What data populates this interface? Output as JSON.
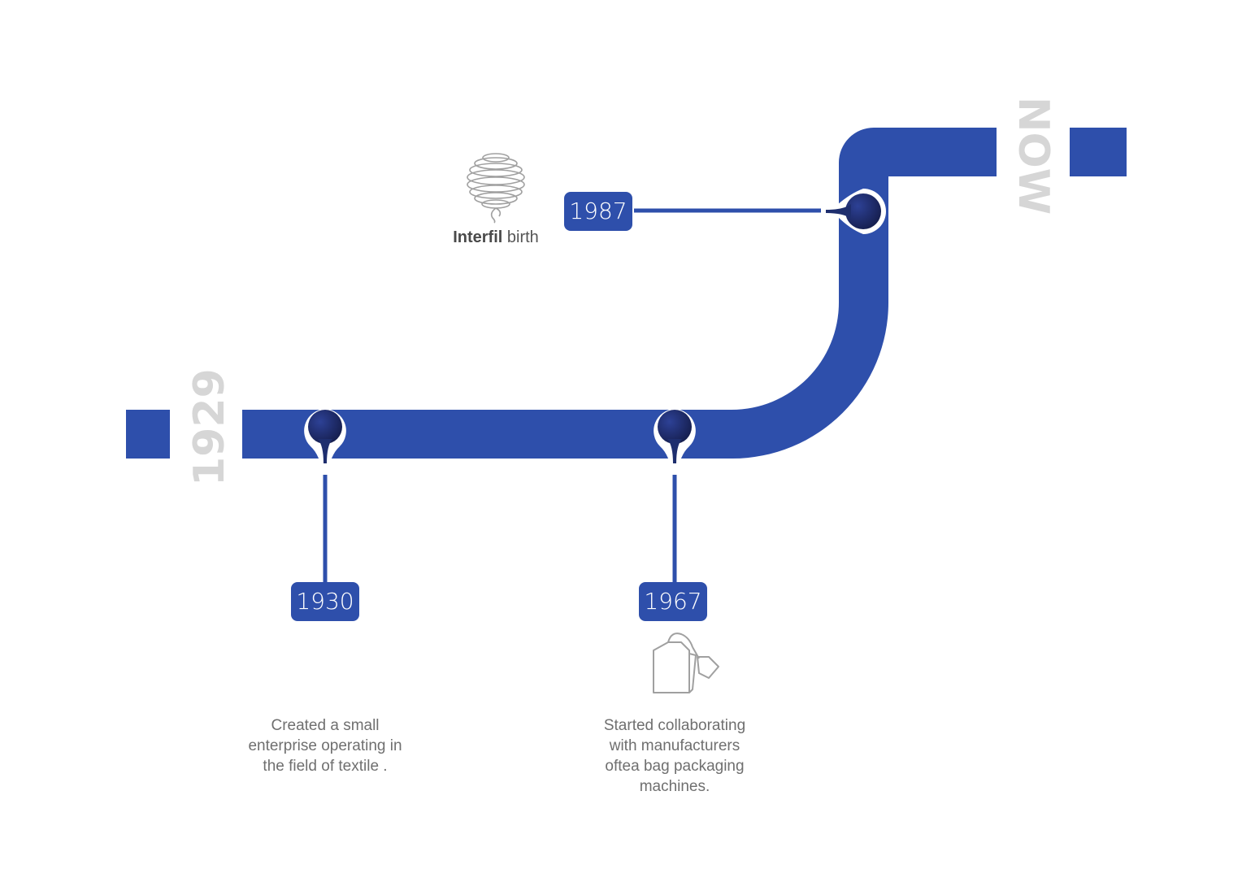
{
  "timeline": {
    "start_label": "1929",
    "end_label": "NOW",
    "colors": {
      "track": "#2e4fab",
      "node": "#1e2e6e",
      "badge": "#2e4fab",
      "badge_text": "#ffffff",
      "era_label": "#d6d6d6",
      "body_text": "#6f6f6f",
      "icon_stroke": "#a0a0a0"
    },
    "events": [
      {
        "year": "1930",
        "description": "Created a small\nenterprise operating in\nthe field of textile ."
      },
      {
        "year": "1967",
        "description": "Started collaborating\nwith manufacturers\noftea bag packaging\nmachines.",
        "icon": "tea-bag-icon"
      },
      {
        "year": "1987",
        "caption_brand": "Interfil",
        "caption_suffix": "birth",
        "icon": "interfil-spiral-logo-icon"
      }
    ]
  }
}
